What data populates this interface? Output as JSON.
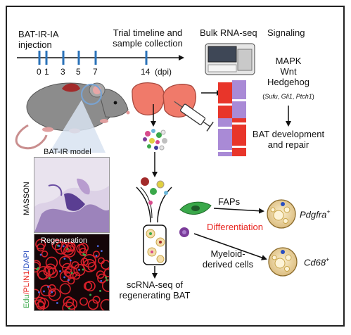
{
  "injection": {
    "line1": "BAT-IR-IA",
    "line2": "injection"
  },
  "timeline": {
    "title_line1": "Trial timeline and",
    "title_line2": "sample collection",
    "ticks": [
      "0",
      "1",
      "3",
      "5",
      "7",
      "14"
    ],
    "unit": "(dpi)"
  },
  "rnaseq": {
    "label": "Bulk RNA-seq"
  },
  "signaling": {
    "header": "Signaling",
    "pathway1": "MAPK",
    "pathway2": "Wnt",
    "pathway3": "Hedgehog",
    "genes_open": "(",
    "gene1": "Sufu",
    "gene_sep1": ", ",
    "gene2": "Gli1",
    "gene_sep2": ", ",
    "gene3": "Ptch1",
    "genes_close": ")",
    "outcome_line1": "BAT development",
    "outcome_line2": "and repair"
  },
  "histology": {
    "model_label": "BAT-IR model",
    "stain1": "MASSON",
    "panel2_label": "Regeneration",
    "stain2_a": "Edu",
    "stain2_b": "/PLIN1",
    "stain2_c": "/DAPI"
  },
  "scrna": {
    "line1": "scRNA-seq of",
    "line2": "regenerating BAT"
  },
  "cells": {
    "faps": "FAPs",
    "differentiation": "Differentiation",
    "myeloid_line1": "Myeloid-",
    "myeloid_line2": "derived cells",
    "marker1": "Pdgfra",
    "marker1_sup": "+",
    "marker2": "Cd68",
    "marker2_sup": "+"
  },
  "colors": {
    "bat_tissue": "#f07a6a",
    "mouse_body": "#8c8c8c",
    "heatmap_high": "#e8352a",
    "heatmap_low": "#a98ad6",
    "faps_cell": "#3aa84a",
    "myeloid_cell": "#7b3c9a",
    "adipocyte": "#f4deab",
    "differentiation_text": "#e8231e",
    "timeline": "#2a72b8"
  }
}
